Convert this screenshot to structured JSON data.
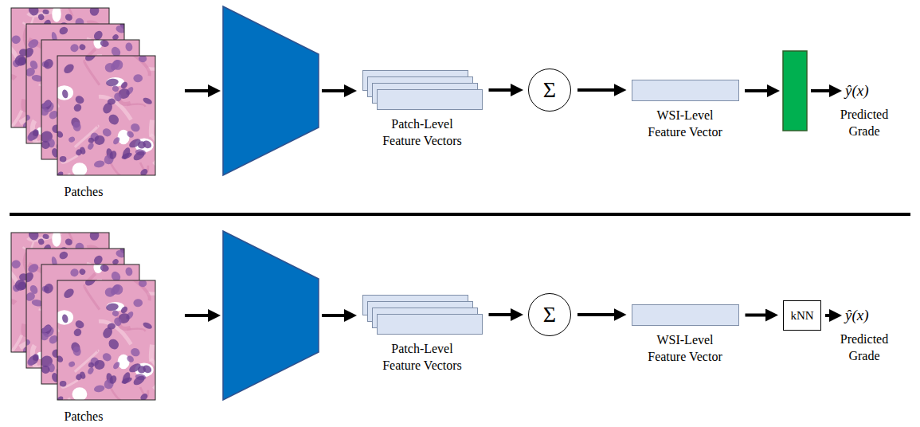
{
  "diagram": {
    "nodes": [
      {
        "text": [
          "Patches"
        ]
      },
      {
        "text": [
          "Patch-Level Feature Vectors"
        ]
      },
      {
        "text": [
          "Σ"
        ]
      },
      {
        "text": [
          "WSI-Level Feature Vector"
        ]
      },
      {
        "text": [
          "Patches"
        ]
      },
      {
        "text": [
          "Patch-Level Feature Vectors"
        ]
      },
      {
        "text": [
          "Σ"
        ]
      },
      {
        "text": [
          "WSI-Level Feature Vector"
        ]
      },
      {
        "text": [
          "kNN"
        ]
      }
    ],
    "edges": [
      {
        "from": 1,
        "to": 2,
        "arrow": "to"
      },
      {
        "from": 2,
        "to": 3,
        "arrow": "to"
      },
      {
        "from": 5,
        "to": 6,
        "arrow": "to"
      },
      {
        "from": 6,
        "to": 7,
        "arrow": "to"
      },
      {
        "from": 7,
        "to": 8,
        "arrow": "to"
      }
    ],
    "labels": [
      "ŷ(x)",
      "Predicted Grade",
      "ŷ(x)",
      "Predicted Grade"
    ]
  }
}
